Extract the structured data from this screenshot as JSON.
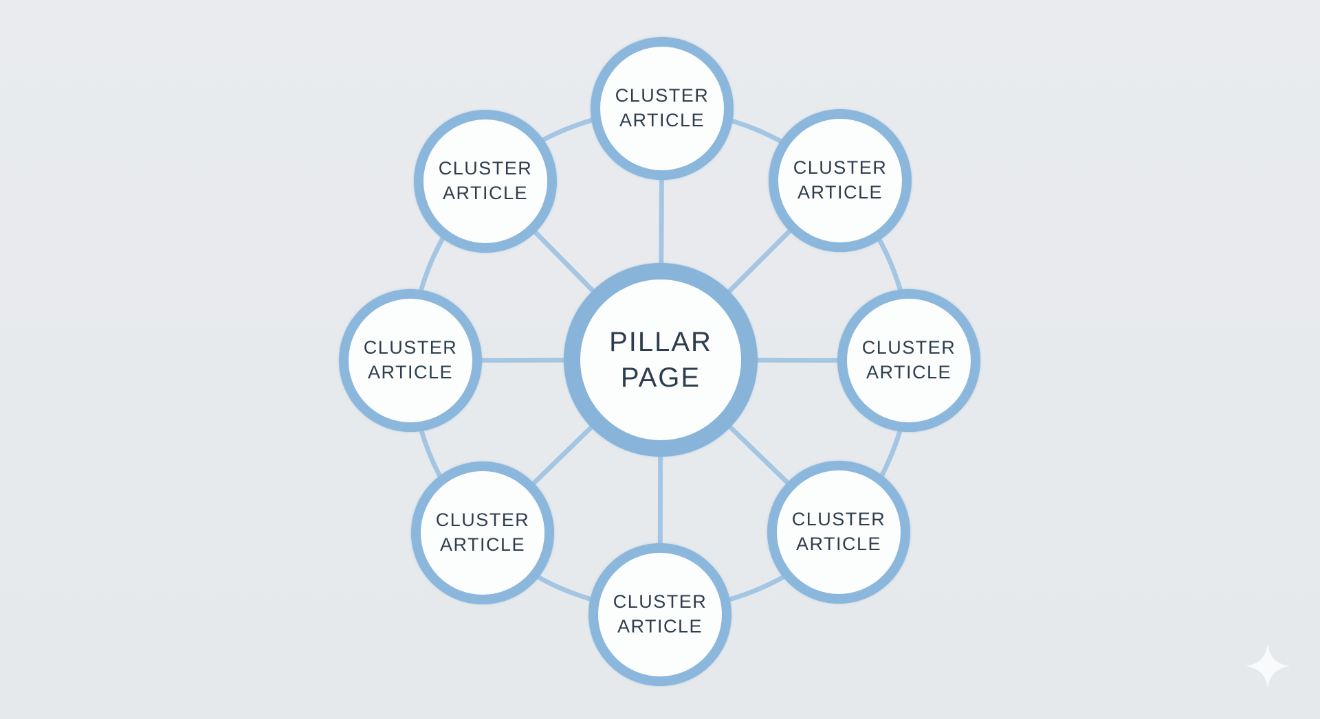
{
  "diagram": {
    "type": "hub-and-spoke content cluster",
    "center_node": {
      "id": "pillar-page",
      "label": "PILLAR\nPAGE"
    },
    "cluster_nodes": [
      {
        "position": "top",
        "label": "CLUSTER\nARTICLE"
      },
      {
        "position": "top-right",
        "label": "CLUSTER\nARTICLE"
      },
      {
        "position": "right",
        "label": "CLUSTER\nARTICLE"
      },
      {
        "position": "bottom-right",
        "label": "CLUSTER\nARTICLE"
      },
      {
        "position": "bottom",
        "label": "CLUSTER\nARTICLE"
      },
      {
        "position": "bottom-left",
        "label": "CLUSTER\nARTICLE"
      },
      {
        "position": "left",
        "label": "CLUSTER\nARTICLE"
      },
      {
        "position": "top-left",
        "label": "CLUSTER\nARTICLE"
      }
    ],
    "connections": {
      "radial": "center connects to all 8 cluster circles",
      "ring": "adjacent cluster circles connected along outer ring"
    },
    "colors": {
      "background": "#e8eaee",
      "ring_stroke": "#8cb7dc",
      "center_ring_stroke": "#89b4da",
      "connector_line": "#a4c6e3",
      "circle_fill": "#fcfdfd",
      "label_text": "#2e3d4d",
      "sparkle": "#f8fafc"
    },
    "decorations": {
      "sparkle": "four-point-star"
    }
  }
}
